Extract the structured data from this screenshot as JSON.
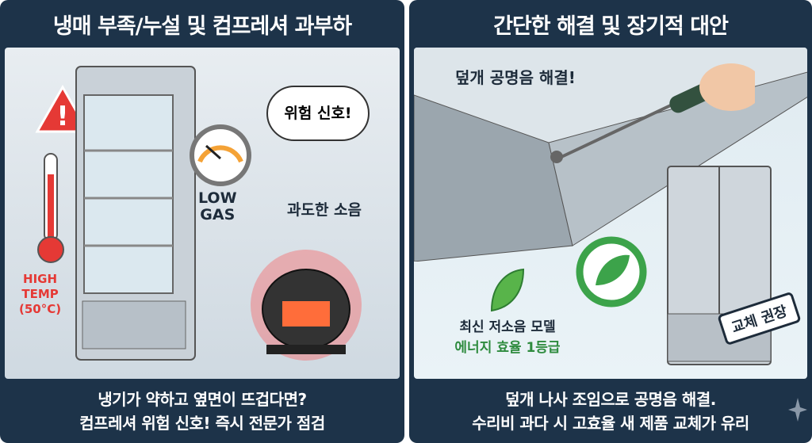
{
  "left": {
    "title": "냉매 부족/누설 및 컴프레셔 과부하",
    "bubble": "위험 신호!",
    "gauge_label": [
      "LOW",
      "GAS"
    ],
    "noise_label": "과도한 소음",
    "temp_label": [
      "HIGH",
      "TEMP",
      "(50°C)"
    ],
    "footer": [
      "냉기가 약하고 옆면이 뜨겁다면?",
      "컴프레셔 위험 신호! 즉시 전문가 점검"
    ]
  },
  "right": {
    "title": "간단한 해결 및 장기적 대안",
    "callout": "덮개 공명음 해결!",
    "model_label": "최신 저소음 모델",
    "efficiency_label": "에너지 효율 1등급",
    "stamp": "교체 권장",
    "footer": [
      "덮개 나사 조임으로 공명음 해결.",
      "수리비 과다 시 고효율 새 제품 교체가 유리"
    ]
  },
  "colors": {
    "navy": "#1d3349",
    "danger": "#e53935",
    "green": "#2e8b3e"
  }
}
